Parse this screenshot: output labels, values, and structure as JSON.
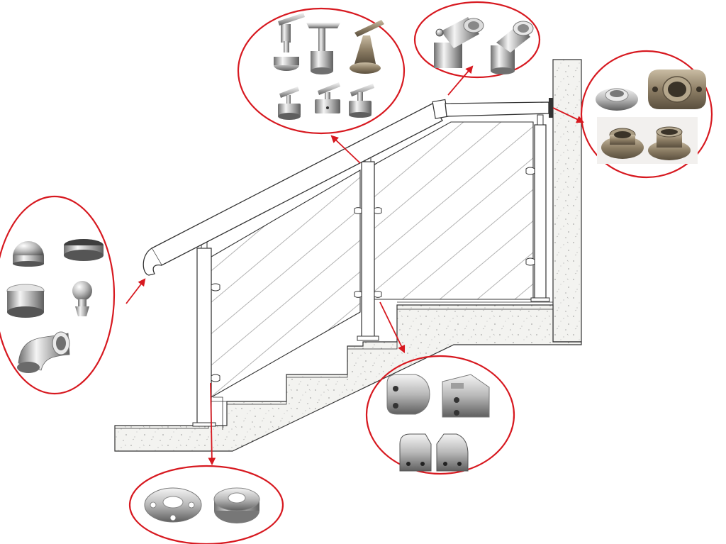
{
  "diagram": {
    "subject": "glass-panel-stair-railing-with-stainless-fittings",
    "colors": {
      "line": "#333333",
      "callout": "#d71920",
      "concrete": "#f3f3f0",
      "speckle": "#a9a9a9",
      "glass_hatch": "#9a9a9a",
      "steel_light": "#eeeeee",
      "steel_mid": "#b8b8b8",
      "steel_dark": "#6f6f6f",
      "bronze": "#8e7f66"
    },
    "callouts": [
      {
        "id": "handrail-brackets",
        "contents": [
          "bracket-icon",
          "bracket-icon",
          "bracket-icon",
          "bracket-icon",
          "bracket-icon",
          "bracket-icon"
        ]
      },
      {
        "id": "adjustable-elbows",
        "contents": [
          "elbow-joint-icon",
          "elbow-joint-icon"
        ]
      },
      {
        "id": "wall-flanges",
        "contents": [
          "flange-icon",
          "flange-icon",
          "flange-icon",
          "flange-icon"
        ]
      },
      {
        "id": "end-caps",
        "contents": [
          "dome-cap-icon",
          "flat-cap-icon",
          "flat-cap-icon",
          "ball-finial-icon",
          "elbow-icon"
        ]
      },
      {
        "id": "glass-clamps",
        "contents": [
          "glass-clamp-icon",
          "glass-clamp-icon",
          "glass-clamp-icon",
          "glass-clamp-icon"
        ]
      },
      {
        "id": "base-plates",
        "contents": [
          "base-plate-icon",
          "cover-plate-icon"
        ]
      }
    ]
  }
}
